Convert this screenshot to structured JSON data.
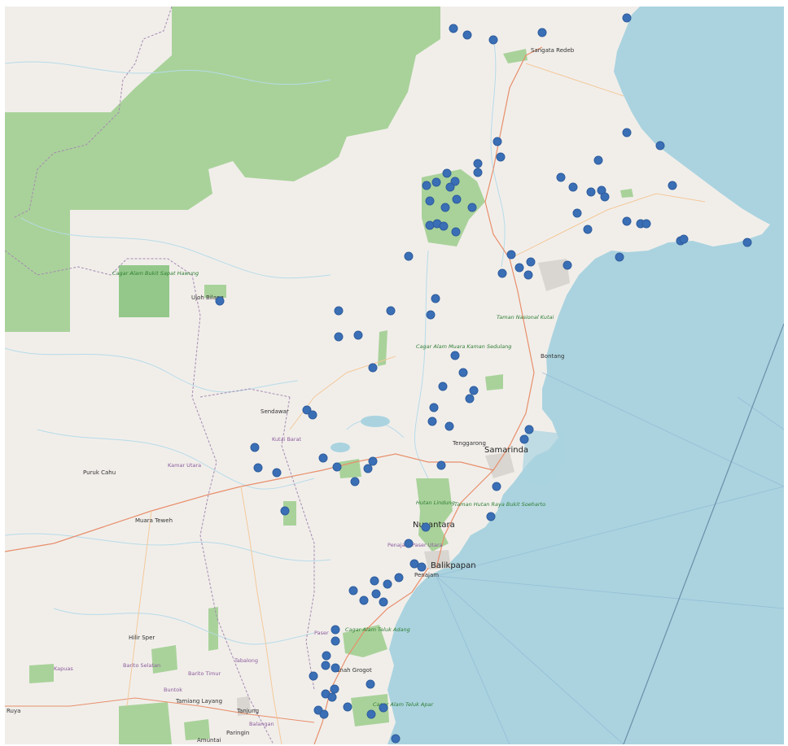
{
  "map": {
    "colors": {
      "land": "#f1eeea",
      "water": "#aad3df",
      "forest": "#a9d29a",
      "protected_area": "#93c88a",
      "marker": "#3a6fb6",
      "road_major": "#e88f6b",
      "road_minor": "#f3c99a",
      "river": "#b7dbe8",
      "boundary": "#a58ab1"
    },
    "labels": {
      "sangata_redeb": "Sangata Redeb",
      "ujoh_bilang": "Ujoh Bilang",
      "cagar_alam_bukit_sapat_hawung": "Cagar Alam Bukit Sapat Hawung",
      "taman_nasional_kutai": "Taman Nasional Kutai",
      "bontang": "Bontang",
      "cagar_alam_muara_kaman_sedulang": "Cagar Alam Muara Kaman Sedulang",
      "sendawar": "Sendawar",
      "kutai_barat": "Kutai Barat",
      "tenggarong": "Tenggarong",
      "samarinda": "Samarinda",
      "puruk_cahu": "Puruk Cahu",
      "kamar_utara": "Kamar Utara",
      "muara_teweh": "Muara Teweh",
      "hutan_lindung": "Hutan Lindung",
      "taman_hutan_raya_bukit_soeharto": "Taman Hutan Raya Bukit Soeharto",
      "nusantara": "Nusantara",
      "penajam_paser_utara": "Penajam Paser Utara",
      "balikpapan": "Balikpapan",
      "penajam": "Penajam",
      "paser": "Paser",
      "cagar_alam_teluk_adang": "Cagar Alam Teluk Adang",
      "tanah_grogot": "Tanah Grogot",
      "hilir_sper": "Hilir Sper",
      "kapuas": "Kapuas",
      "barito_selatan": "Barito Selatan",
      "barito_timur": "Barito Timur",
      "tabalong": "Tabalong",
      "tamiang_layang": "Tamiang Layang",
      "tanjung": "Tanjung",
      "buntok": "Buntok",
      "ruya": "Ruya",
      "cagar_alam_teluk_apar": "Cagar Alam Teluk Apar",
      "balangan": "Balangan",
      "paringin": "Paringin",
      "amuntai": "Amuntai"
    },
    "marker_count": 104
  }
}
